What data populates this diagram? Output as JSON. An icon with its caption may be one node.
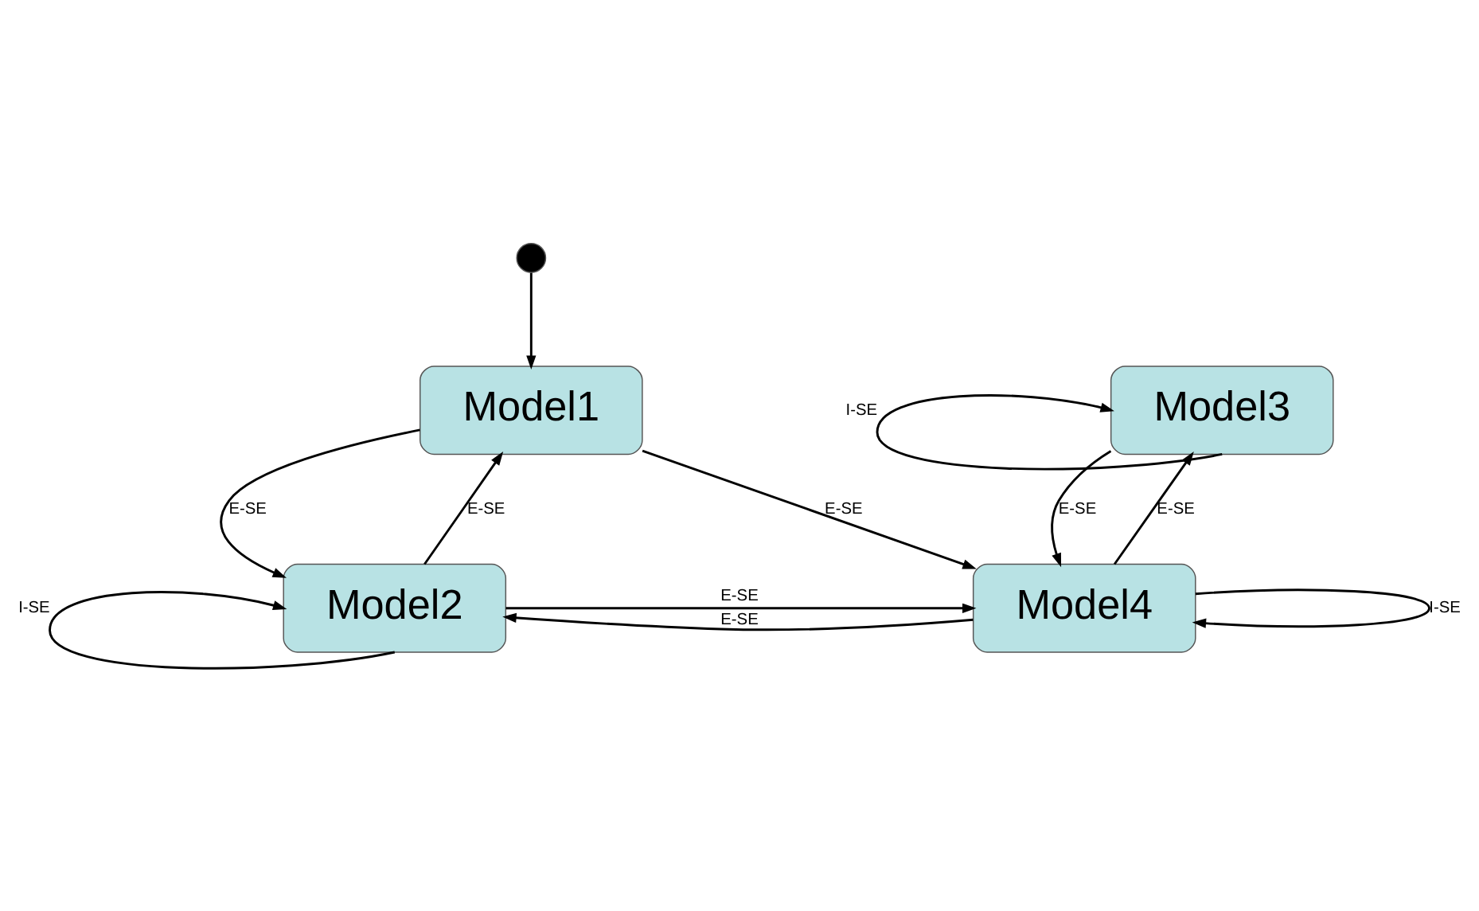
{
  "diagram": {
    "nodes": [
      {
        "text": [],
        "shape": "circle"
      },
      {
        "text": [
          "Model1"
        ]
      },
      {
        "text": [
          "Model3"
        ]
      },
      {
        "text": [
          "Model4"
        ]
      },
      {
        "text": [
          "Model2"
        ]
      }
    ],
    "edges": [
      {
        "from": 0,
        "to": 1,
        "arrow": "to"
      },
      {
        "from": 2,
        "to": 2,
        "arrow": "to",
        "label": "I-SE"
      },
      {
        "from": 2,
        "to": 3,
        "arrow": "to",
        "label": "E-SE"
      },
      {
        "from": 3,
        "to": 2,
        "arrow": "to",
        "label": "E-SE"
      },
      {
        "from": 1,
        "to": 4,
        "arrow": "to",
        "label": "E-SE"
      },
      {
        "from": 4,
        "to": 1,
        "arrow": "to",
        "label": "E-SE"
      },
      {
        "from": 1,
        "to": 3,
        "arrow": "to",
        "label": "E-SE"
      },
      {
        "from": 4,
        "to": 4,
        "arrow": "to",
        "label": "I-SE"
      },
      {
        "from": 4,
        "to": 3,
        "arrow": "to",
        "label": "E-SE"
      },
      {
        "from": 3,
        "to": 3,
        "arrow": "to",
        "label": "I-SE"
      },
      {
        "from": 3,
        "to": 4,
        "arrow": "to",
        "label": "E-SE"
      }
    ]
  }
}
